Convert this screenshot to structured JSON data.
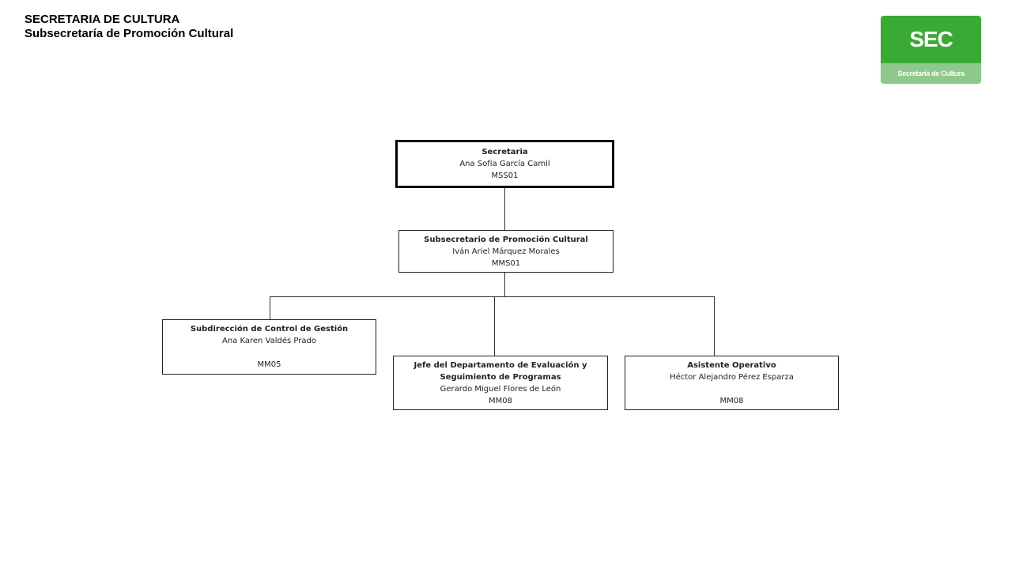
{
  "header": {
    "line1": "SECRETARIA DE CULTURA",
    "line2": "Subsecretaría de Promoción Cultural"
  },
  "logo": {
    "acronym": "SEC",
    "subtitle": "Secretaría de Cultura",
    "color_top": "#3aaa35",
    "color_bottom": "#8dc98a"
  },
  "org": {
    "secretaria": {
      "title": "Secretaria",
      "name": "Ana Sofía García Camil",
      "code": "MSS01"
    },
    "subsecretario": {
      "title": "Subsecretario de Promoción Cultural",
      "name": "Iván Ariel Márquez Morales",
      "code": "MMS01"
    },
    "subdireccion": {
      "title": "Subdirección de Control de Gestión",
      "name": "Ana Karen Valdés Prado",
      "code": "MM05"
    },
    "jefe": {
      "title_line1": "Jefe del Departamento de Evaluación y",
      "title_line2": "Seguimiento de Programas",
      "name": "Gerardo Miguel Flores de León",
      "code": "MM08"
    },
    "asistente": {
      "title": "Asistente Operativo",
      "name": "Héctor Alejandro Pérez Esparza",
      "code": "MM08"
    }
  }
}
